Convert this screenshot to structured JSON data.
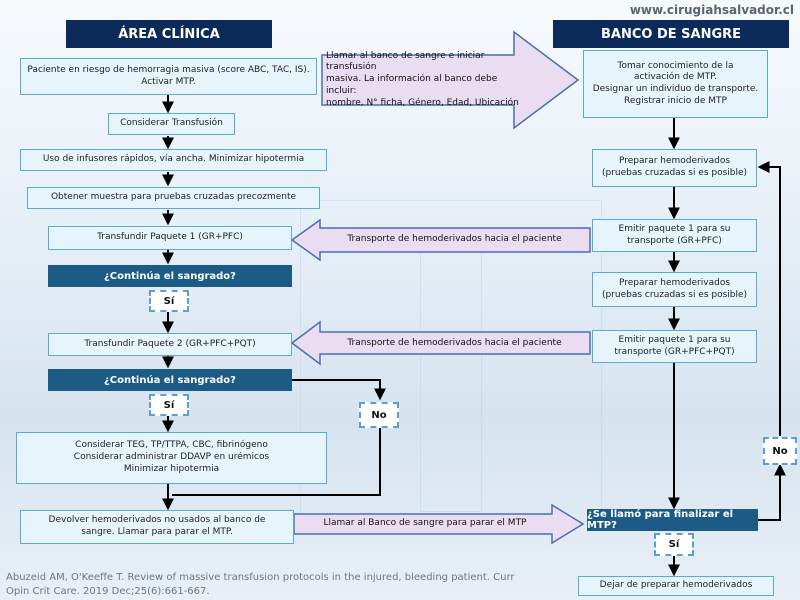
{
  "website": "www.cirugiahsalvador.cl",
  "headers": {
    "clinical": "ÁREA CLÍNICA",
    "blood_bank": "BANCO DE SANGRE"
  },
  "clinical": {
    "patient_risk": [
      "Paciente en riesgo de hemorragia masiva (score ABC, TAC, IS).",
      "Activar MTP."
    ],
    "consider_transfusion": "Considerar Transfusión",
    "rapid_infusers": "Uso de infusores rápidos, vía ancha. Minimizar hipotermia",
    "crossmatch_sample": "Obtener muestra para pruebas cruzadas precozmente",
    "transfuse_pkg1": "Transfundir Paquete 1 (GR+PFC)",
    "bleeding_q1": "¿Continúa el sangrado?",
    "yes1": "Sí",
    "transfuse_pkg2": "Transfundir Paquete 2 (GR+PFC+PQT)",
    "bleeding_q2": "¿Continúa el sangrado?",
    "yes2": "Sí",
    "no": "No",
    "consider_teg": [
      "Considerar TEG, TP/TTPA, CBC, fibrinógeno",
      "Considerar administrar DDAVP en urémicos",
      "Minimizar hipotermia"
    ],
    "return_products": [
      "Devolver hemoderivados no usados al banco de",
      "sangre. Llamar para parar el MTP."
    ]
  },
  "blood_bank": {
    "take_notice": [
      "Tomar conocimiento de la",
      "activación de MTP.",
      "Designar un individuo de transporte.",
      "Registrar inicio de MTP"
    ],
    "prepare1": [
      "Preparar hemoderivados",
      "(pruebas cruzadas si es posible)"
    ],
    "issue_pkg1": [
      "Emitir paquete 1 para su",
      "transporte (GR+PFC)"
    ],
    "prepare2": [
      "Preparar hemoderivados",
      "(pruebas cruzadas si es posible)"
    ],
    "issue_pkg2": [
      "Emitir paquete 1 para su",
      "transporte (GR+PFC+PQT)"
    ],
    "finalize_q": "¿Se llamó para finalizar el MTP?",
    "yes": "Sí",
    "no": "No",
    "stop_preparing": "Dejar de preparar hemoderivados"
  },
  "arrows": {
    "call_bank": [
      "Llamar al banco de sangre e iniciar transfusión",
      "masiva. La información al banco debe incluir:",
      "nombre, N° ficha, Género, Edad, Ubicación"
    ],
    "transport1": "Transporte de hemoderivados hacia el paciente",
    "transport2": "Transporte de hemoderivados hacia el paciente",
    "call_stop": "Llamar al Banco de sangre para parar el MTP"
  },
  "citation": [
    "Abuzeid AM, O'Keeffe T. Review of massive transfusion protocols in the injured, bleeding patient. Curr",
    "Opin Crit Care. 2019 Dec;25(6):661-667."
  ],
  "colors": {
    "header": "#0d2b5a",
    "question": "#1c5b86",
    "box_fill": "#e6f5fc",
    "box_border": "#5aaad6",
    "arrow_fill": "#eadcf1",
    "arrow_border": "#4a6fb0"
  }
}
